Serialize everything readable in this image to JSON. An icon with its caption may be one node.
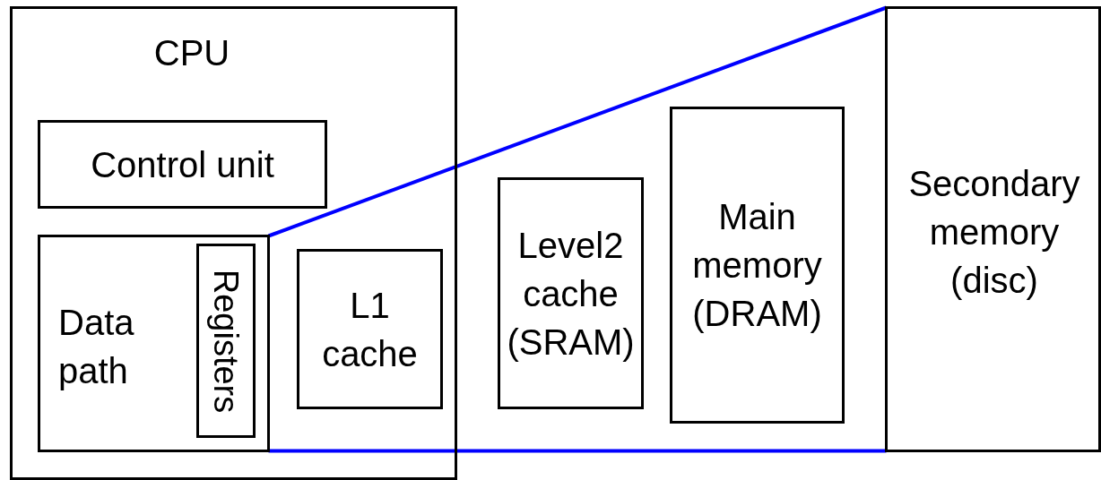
{
  "diagram": {
    "nodes": [
      {
        "text": [
          "CPU"
        ]
      },
      {
        "text": [
          "Control unit"
        ],
        "in": 0
      },
      {
        "text": [
          "Data path"
        ],
        "in": 0
      },
      {
        "text": [
          "Registers"
        ],
        "in": 2
      },
      {
        "text": [
          "L1 cache"
        ],
        "in": 0
      },
      {
        "text": [
          "Level2 cache (SRAM)"
        ]
      },
      {
        "text": [
          "Main memory (DRAM)"
        ]
      },
      {
        "text": [
          "Secondary memory (disc)"
        ]
      }
    ],
    "edges": [
      {
        "from": 2,
        "to": 7,
        "arrow": "none",
        "color": "#0000ff"
      },
      {
        "from": 2,
        "to": 7,
        "arrow": "none",
        "color": "#0000ff"
      }
    ]
  }
}
